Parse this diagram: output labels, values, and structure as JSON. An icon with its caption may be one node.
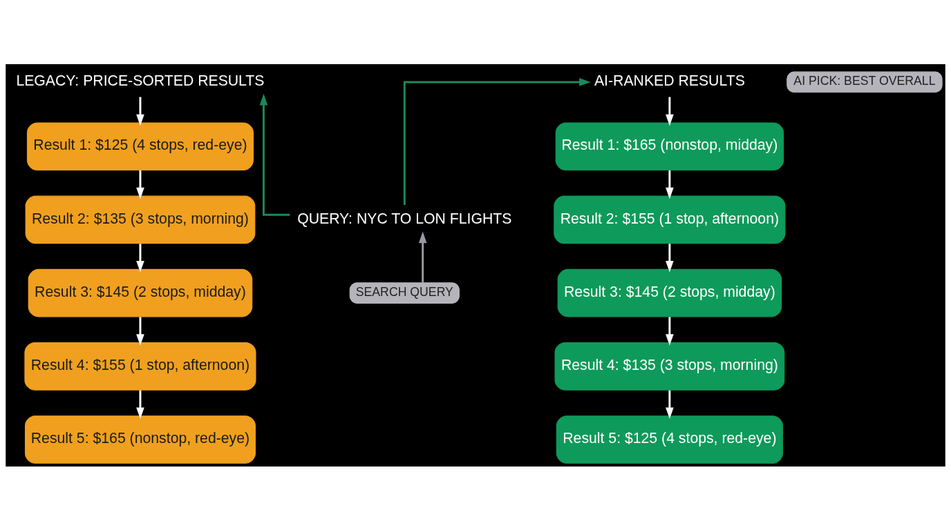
{
  "diagram": {
    "nodes": [
      {
        "text": [
          "LEGACY: PRICE-SORTED RESULTS"
        ]
      },
      {
        "text": [
          "Result 1: $125 (4 stops, red-eye)"
        ]
      },
      {
        "text": [
          "Result 2: $135 (3 stops, morning)"
        ]
      },
      {
        "text": [
          "Result 3: $145 (2 stops, midday)"
        ]
      },
      {
        "text": [
          "Result 4: $155 (1 stop, afternoon)"
        ]
      },
      {
        "text": [
          "Result 5: $165 (nonstop, red-eye)"
        ]
      },
      {
        "text": [
          "AI-RANKED RESULTS"
        ]
      },
      {
        "text": [
          "AI PICK: BEST OVERALL"
        ]
      },
      {
        "text": [
          "Result 1: $165 (nonstop, midday)"
        ]
      },
      {
        "text": [
          "Result 2: $155 (1 stop, afternoon)"
        ]
      },
      {
        "text": [
          "Result 3: $145 (2 stops, midday)"
        ]
      },
      {
        "text": [
          "Result 4: $135 (3 stops, morning)"
        ]
      },
      {
        "text": [
          "Result 5: $125 (4 stops, red-eye)"
        ]
      },
      {
        "text": [
          "QUERY: NYC TO LON FLIGHTS"
        ]
      },
      {
        "text": [
          "SEARCH QUERY"
        ]
      }
    ],
    "edges": [
      {
        "from": 13,
        "to": 0,
        "arrow": "to",
        "color": "#1a8a5a"
      },
      {
        "from": 13,
        "to": 6,
        "arrow": "to",
        "color": "#1a8a5a"
      },
      {
        "from": 0,
        "to": 1,
        "arrow": "to"
      },
      {
        "from": 1,
        "to": 2,
        "arrow": "to"
      },
      {
        "from": 2,
        "to": 3,
        "arrow": "to"
      },
      {
        "from": 3,
        "to": 4,
        "arrow": "to"
      },
      {
        "from": 4,
        "to": 5,
        "arrow": "to"
      },
      {
        "from": 6,
        "to": 8,
        "arrow": "to"
      },
      {
        "from": 8,
        "to": 9,
        "arrow": "to"
      },
      {
        "from": 9,
        "to": 10,
        "arrow": "to"
      },
      {
        "from": 10,
        "to": 11,
        "arrow": "to"
      },
      {
        "from": 11,
        "to": 12,
        "arrow": "to"
      },
      {
        "from": 14,
        "to": 13,
        "arrow": "to",
        "color": "#9a9aa0"
      }
    ]
  }
}
